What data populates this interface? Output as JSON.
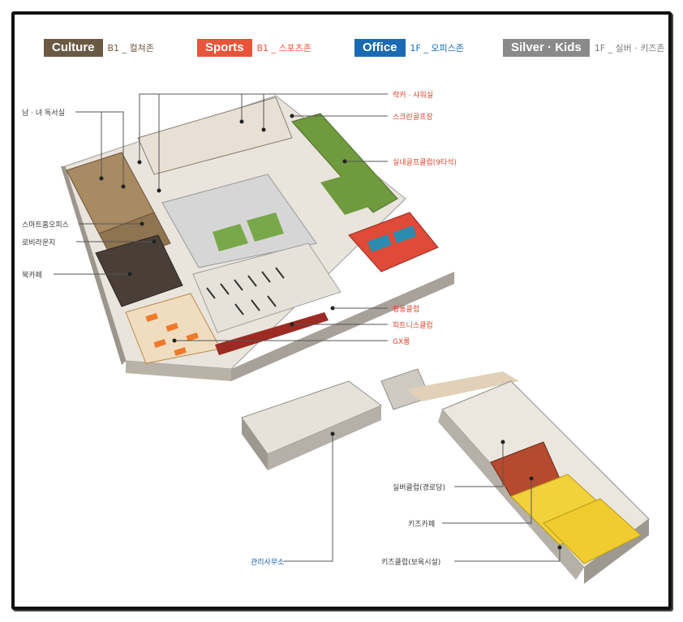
{
  "legend": [
    {
      "badge": "Culture",
      "sub": "B1 _ 컬쳐존",
      "color": "#6b5a43"
    },
    {
      "badge": "Sports",
      "sub": "B1 _ 스포츠존",
      "color": "#e8553a"
    },
    {
      "badge": "Office",
      "sub": "1F _ 오피스존",
      "color": "#1a6ab3"
    },
    {
      "badge": "Silver · Kids",
      "sub": "1F _ 실버 · 키즈존",
      "color": "#8a8a8a"
    }
  ],
  "labels": {
    "b1_left": [
      "남 · 녀 독서실",
      "스마트홈오피스",
      "로비라운지",
      "북카페"
    ],
    "b1_right": [
      "락커 · 샤워실",
      "스크린골프장",
      "실내골프클럽(9타석)",
      "핑퐁클럽",
      "피트니스클럽",
      "GX룸"
    ],
    "f1_right": [
      "실버클럽(경로당)",
      "키즈카페",
      "키즈클럽(보육시설)"
    ],
    "f1_left": [
      "관리사무소"
    ]
  }
}
